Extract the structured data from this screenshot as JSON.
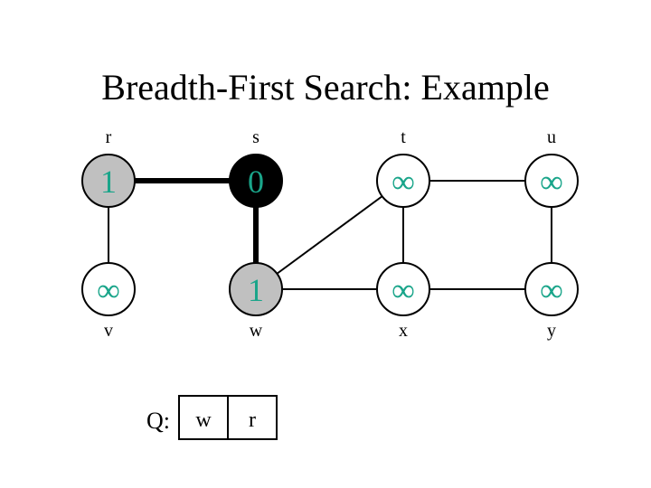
{
  "title": "Breadth-First Search: Example",
  "colors": {
    "white_node": "#ffffff",
    "gray_node": "#c0c0c0",
    "black_node": "#000000",
    "distance_text": "#1aa58a",
    "tree_edge": "#000000",
    "edge": "#000000"
  },
  "vertices": [
    {
      "id": "r",
      "label": "r",
      "distance": "1",
      "state": "gray"
    },
    {
      "id": "s",
      "label": "s",
      "distance": "0",
      "state": "black"
    },
    {
      "id": "t",
      "label": "t",
      "distance": "∞",
      "state": "white"
    },
    {
      "id": "u",
      "label": "u",
      "distance": "∞",
      "state": "white"
    },
    {
      "id": "v",
      "label": "v",
      "distance": "∞",
      "state": "white"
    },
    {
      "id": "w",
      "label": "w",
      "distance": "1",
      "state": "gray"
    },
    {
      "id": "x",
      "label": "x",
      "distance": "∞",
      "state": "white"
    },
    {
      "id": "y",
      "label": "y",
      "distance": "∞",
      "state": "white"
    }
  ],
  "edges": [
    {
      "from": "r",
      "to": "s",
      "tree": true
    },
    {
      "from": "s",
      "to": "w",
      "tree": true
    },
    {
      "from": "r",
      "to": "v",
      "tree": false
    },
    {
      "from": "w",
      "to": "t",
      "tree": false
    },
    {
      "from": "w",
      "to": "x",
      "tree": false
    },
    {
      "from": "t",
      "to": "x",
      "tree": false
    },
    {
      "from": "t",
      "to": "u",
      "tree": false
    },
    {
      "from": "u",
      "to": "y",
      "tree": false
    },
    {
      "from": "x",
      "to": "y",
      "tree": false
    }
  ],
  "queue": {
    "label": "Q:",
    "items": [
      "w",
      "r"
    ]
  }
}
